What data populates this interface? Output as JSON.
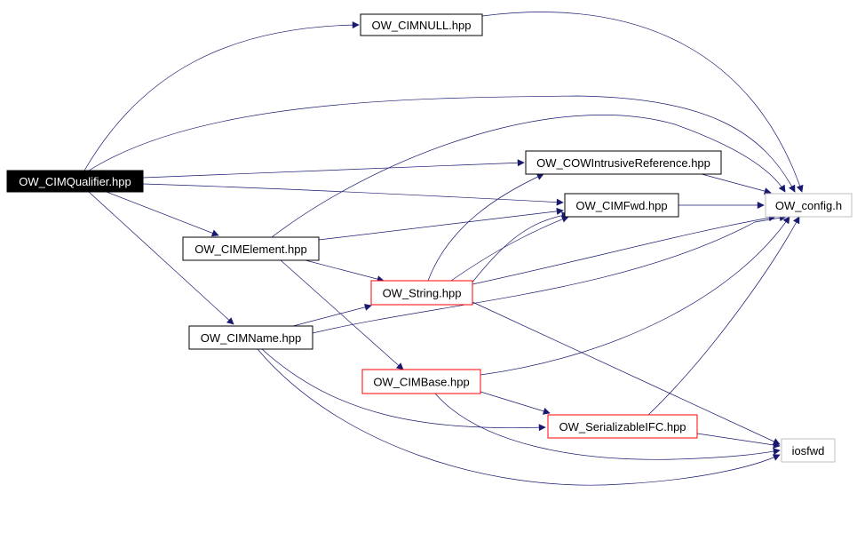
{
  "diagram": {
    "nodes": [
      {
        "id": "qualifier",
        "label": "OW_CIMQualifier.hpp",
        "style": "focus"
      },
      {
        "id": "cimnull",
        "label": "OW_CIMNULL.hpp",
        "style": "normal"
      },
      {
        "id": "cowref",
        "label": "OW_COWIntrusiveReference.hpp",
        "style": "normal"
      },
      {
        "id": "cimfwd",
        "label": "OW_CIMFwd.hpp",
        "style": "normal"
      },
      {
        "id": "config",
        "label": "OW_config.h",
        "style": "external"
      },
      {
        "id": "element",
        "label": "OW_CIMElement.hpp",
        "style": "normal"
      },
      {
        "id": "string",
        "label": "OW_String.hpp",
        "style": "truncated"
      },
      {
        "id": "name",
        "label": "OW_CIMName.hpp",
        "style": "normal"
      },
      {
        "id": "base",
        "label": "OW_CIMBase.hpp",
        "style": "truncated"
      },
      {
        "id": "serial",
        "label": "OW_SerializableIFC.hpp",
        "style": "truncated"
      },
      {
        "id": "iosfwd",
        "label": "iosfwd",
        "style": "external"
      }
    ],
    "colors": {
      "edge": "#191970",
      "focus_fill": "#000000",
      "focus_text": "#ffffff",
      "normal_border": "#000000",
      "truncated_border": "#ff0000",
      "external_border": "#bfbfbf"
    }
  }
}
